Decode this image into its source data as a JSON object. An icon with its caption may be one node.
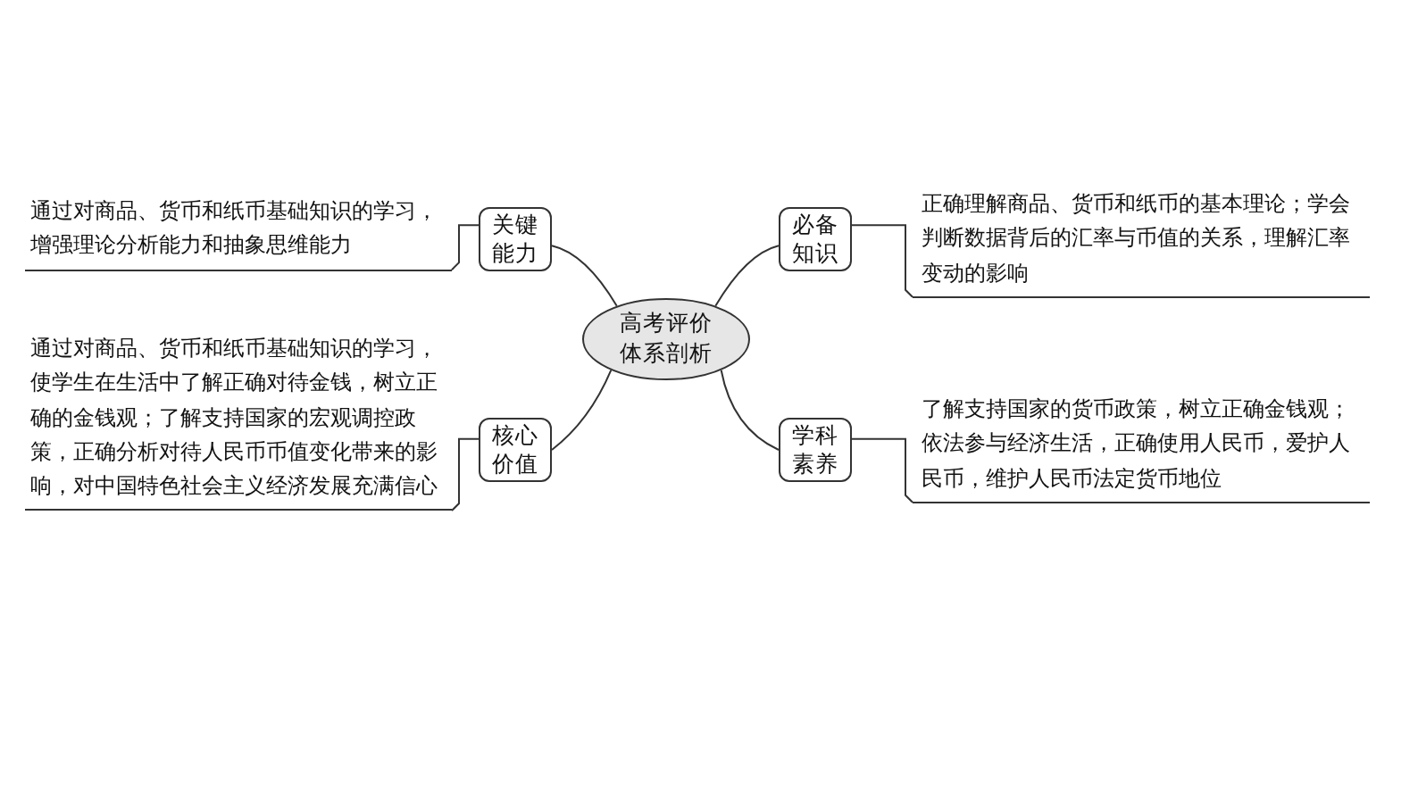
{
  "diagram": {
    "nodes": [
      {
        "text": [
          "高考评价体系剖析"
        ]
      },
      {
        "text": [
          "关键能力"
        ]
      },
      {
        "text": [
          "通过对商品、货币和纸币基础知识的学习，增强理论分析能力和抽象思维能力"
        ]
      },
      {
        "text": [
          "必备知识"
        ]
      },
      {
        "text": [
          "正确理解商品、货币和纸币的基本理论；学会判断数据背后的汇率与币值的关系，理解汇率变动的影响"
        ]
      },
      {
        "text": [
          "核心价值"
        ]
      },
      {
        "text": [
          "通过对商品、货币和纸币基础知识的学习，使学生在生活中了解正确对待金钱，树立正确的金钱观；了解支持国家的宏观调控政策，正确分析对待人民币币值变化带来的影响，对中国特色社会主义经济发展充满信心"
        ]
      },
      {
        "text": [
          "学科素养"
        ]
      },
      {
        "text": [
          "了解支持国家的货币政策，树立正确金钱观；依法参与经济生活，正确使用人民币，爱护人民币，维护人民币法定货币地位"
        ]
      }
    ],
    "edges": [
      {
        "from": 0,
        "to": 1,
        "arrow": "none"
      },
      {
        "from": 1,
        "to": 2,
        "arrow": "none"
      },
      {
        "from": 0,
        "to": 3,
        "arrow": "none"
      },
      {
        "from": 3,
        "to": 4,
        "arrow": "none"
      },
      {
        "from": 0,
        "to": 5,
        "arrow": "none"
      },
      {
        "from": 5,
        "to": 6,
        "arrow": "none"
      },
      {
        "from": 0,
        "to": 7,
        "arrow": "none"
      },
      {
        "from": 7,
        "to": 8,
        "arrow": "none"
      }
    ]
  }
}
